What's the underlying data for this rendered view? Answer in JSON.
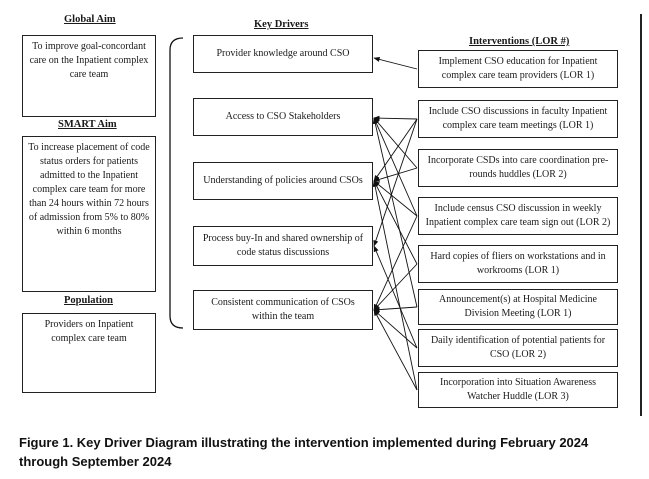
{
  "global_aim": {
    "heading": "Global Aim",
    "text": "To improve goal-concordant care on the Inpatient complex care team"
  },
  "smart_aim": {
    "heading": "SMART  Aim",
    "text": "To increase placement of code status orders for patients admitted to the Inpatient complex care team for more than 24 hours within 72 hours of admission from 5% to 80% within 6 months"
  },
  "population": {
    "heading": "Population",
    "text": "Providers on Inpatient complex care team"
  },
  "key_drivers": {
    "heading": "Key Drivers",
    "items": [
      "Provider knowledge around CSO",
      "Access to CSO Stakeholders",
      "Understanding of policies around CSOs",
      "Process buy-In and shared ownership of code status discussions",
      "Consistent communication of CSOs within the team"
    ]
  },
  "interventions": {
    "heading": "Interventions (LOR #)",
    "items": [
      "Implement CSO education for Inpatient complex care team providers (LOR 1)",
      "Include CSO discussions in faculty Inpatient complex care team meetings (LOR 1)",
      "Incorporate CSDs into care coordination pre-rounds huddles (LOR 2)",
      "Include census CSO discussion in weekly Inpatient complex care team sign out (LOR 2)",
      "Hard copies of fliers on workstations and in workrooms (LOR 1)",
      "Announcement(s) at Hospital Medicine Division Meeting (LOR 1)",
      "Daily identification of potential patients for CSO (LOR 2)",
      "Incorporation into Situation Awareness Watcher Huddle (LOR 3)"
    ]
  },
  "caption": "Figure 1. Key Driver Diagram illustrating the intervention implemented during February 2024 through September 2024"
}
